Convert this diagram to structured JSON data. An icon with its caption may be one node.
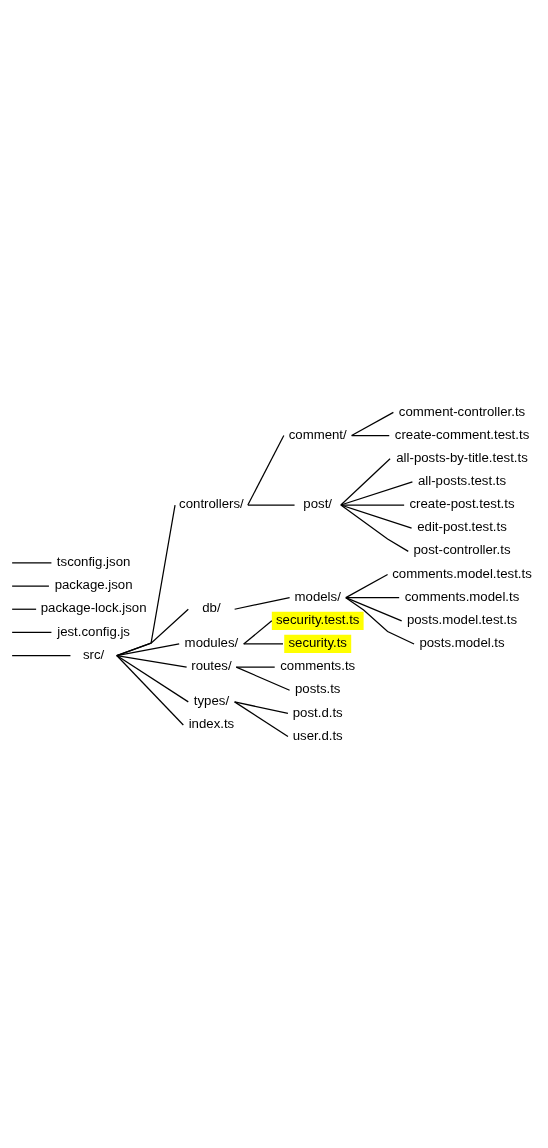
{
  "diagram": {
    "nodes": [
      {
        "text": [
          "src/"
        ]
      },
      {
        "text": [
          "controllers/"
        ]
      },
      {
        "text": [
          "comment/"
        ]
      },
      {
        "text": [
          "comment-controller.ts"
        ]
      },
      {
        "text": [
          "create-comment.test.ts"
        ]
      },
      {
        "text": [
          "post/"
        ]
      },
      {
        "text": [
          "all-posts-by-title.test.ts"
        ]
      },
      {
        "text": [
          "all-posts.test.ts"
        ]
      },
      {
        "text": [
          "create-post.test.ts"
        ]
      },
      {
        "text": [
          "edit-post.test.ts"
        ]
      },
      {
        "text": [
          "post-controller.ts"
        ]
      },
      {
        "text": [
          "db/"
        ]
      },
      {
        "text": [
          "models/"
        ]
      },
      {
        "text": [
          "comments.model.test.ts"
        ]
      },
      {
        "text": [
          "comments.model.ts"
        ]
      },
      {
        "text": [
          "posts.model.test.ts"
        ]
      },
      {
        "text": [
          "posts.model.ts"
        ]
      },
      {
        "text": [
          "modules/"
        ]
      },
      {
        "text": [
          "security.test.ts"
        ]
      },
      {
        "text": [
          "security.ts"
        ]
      },
      {
        "text": [
          "routes/"
        ]
      },
      {
        "text": [
          "comments.ts"
        ]
      },
      {
        "text": [
          "posts.ts"
        ]
      },
      {
        "text": [
          "types/"
        ]
      },
      {
        "text": [
          "post.d.ts"
        ]
      },
      {
        "text": [
          "user.d.ts"
        ]
      },
      {
        "text": [
          "index.ts"
        ]
      },
      {
        "text": [
          "jest.config.js"
        ]
      },
      {
        "text": [
          "package-lock.json"
        ]
      },
      {
        "text": [
          "package.json"
        ]
      },
      {
        "text": [
          "tsconfig.json"
        ]
      }
    ],
    "edges": [
      {
        "from": null,
        "to": 0,
        "arrow": "none"
      },
      {
        "from": 0,
        "to": 1,
        "arrow": "none"
      },
      {
        "from": 1,
        "to": 2,
        "arrow": "none"
      },
      {
        "from": 2,
        "to": 3,
        "arrow": "none"
      },
      {
        "from": 2,
        "to": 4,
        "arrow": "none"
      },
      {
        "from": 1,
        "to": 5,
        "arrow": "none"
      },
      {
        "from": 5,
        "to": 6,
        "arrow": "none"
      },
      {
        "from": 5,
        "to": 7,
        "arrow": "none"
      },
      {
        "from": 5,
        "to": 8,
        "arrow": "none"
      },
      {
        "from": 5,
        "to": 9,
        "arrow": "none"
      },
      {
        "from": 5,
        "to": 10,
        "arrow": "none"
      },
      {
        "from": 0,
        "to": 11,
        "arrow": "none"
      },
      {
        "from": 11,
        "to": 12,
        "arrow": "none"
      },
      {
        "from": 12,
        "to": 13,
        "arrow": "none"
      },
      {
        "from": 12,
        "to": 14,
        "arrow": "none"
      },
      {
        "from": 12,
        "to": 15,
        "arrow": "none"
      },
      {
        "from": 12,
        "to": 16,
        "arrow": "none"
      },
      {
        "from": 0,
        "to": 17,
        "arrow": "none"
      },
      {
        "from": 17,
        "to": 18,
        "arrow": "none"
      },
      {
        "from": 17,
        "to": 19,
        "arrow": "none"
      },
      {
        "from": 0,
        "to": 20,
        "arrow": "none"
      },
      {
        "from": 20,
        "to": 21,
        "arrow": "none"
      },
      {
        "from": 20,
        "to": 22,
        "arrow": "none"
      },
      {
        "from": 0,
        "to": 23,
        "arrow": "none"
      },
      {
        "from": 23,
        "to": 24,
        "arrow": "none"
      },
      {
        "from": 23,
        "to": 25,
        "arrow": "none"
      },
      {
        "from": 0,
        "to": 26,
        "arrow": "none"
      },
      {
        "from": null,
        "to": 27,
        "arrow": "none"
      },
      {
        "from": null,
        "to": 28,
        "arrow": "none"
      },
      {
        "from": null,
        "to": 29,
        "arrow": "none"
      },
      {
        "from": null,
        "to": 30,
        "arrow": "none"
      }
    ]
  }
}
